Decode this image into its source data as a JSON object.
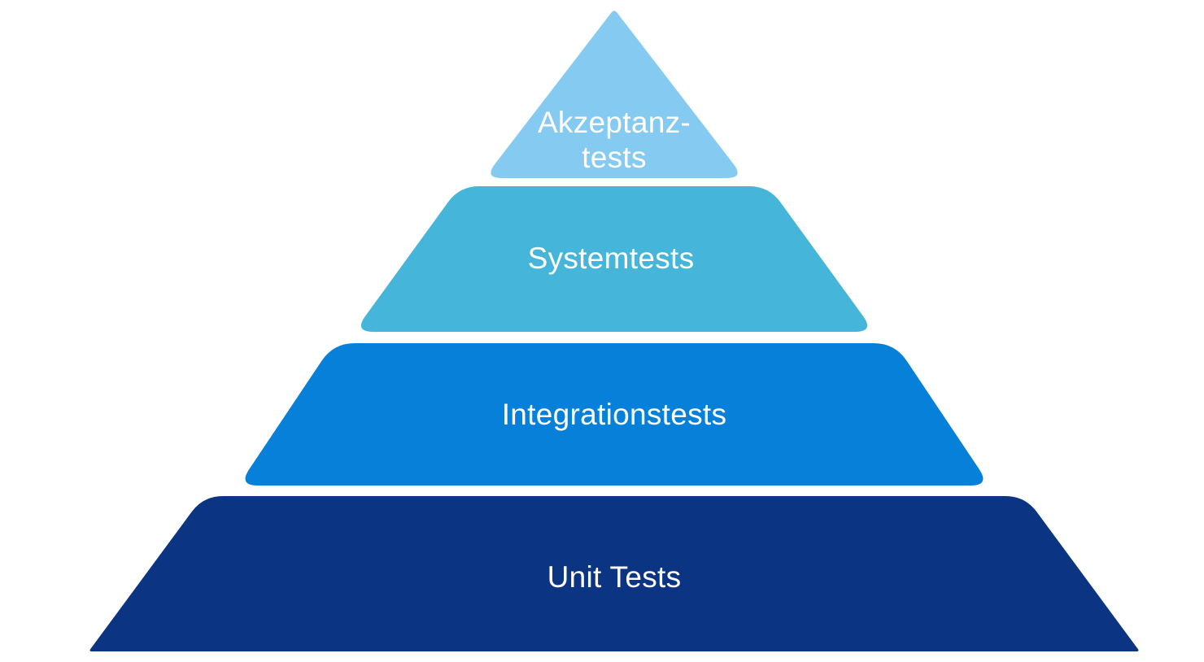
{
  "diagram": {
    "type": "pyramid",
    "background_color": "#ffffff",
    "label_color": "#ffffff",
    "levels": [
      {
        "id": "acceptance-tests",
        "lines": [
          "Akzeptanz-",
          "tests"
        ],
        "label": "Akzeptanztests",
        "color": "#85CAF0"
      },
      {
        "id": "system-tests",
        "label": "Systemtests",
        "color": "#45B6D9"
      },
      {
        "id": "integration-tests",
        "label": "Integrationstests",
        "color": "#0780DA"
      },
      {
        "id": "unit-tests",
        "label": "Unit Tests",
        "color": "#0B3583"
      }
    ]
  }
}
